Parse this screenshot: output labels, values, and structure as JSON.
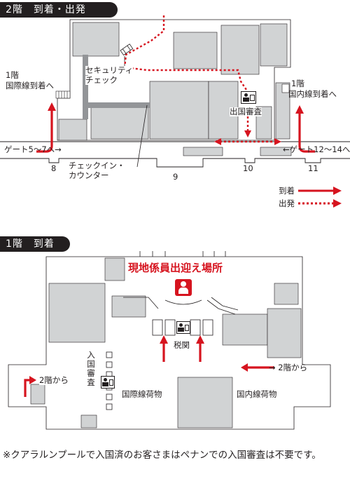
{
  "floor2": {
    "header": "2階　到着・出発",
    "security_label": [
      "セキュリティ",
      "チェック"
    ],
    "left_stairs_label": [
      "1階",
      "国際線到着へ"
    ],
    "right_stairs_label": [
      "1階",
      "国内線到着へ"
    ],
    "immigration_label": "出国審査",
    "gate_left_label": "ゲート5～7へ→",
    "gate_right_label": "←ゲート12～14へ",
    "checkin_label": [
      "チェックイン・",
      "カウンター"
    ],
    "gate_numbers": [
      "8",
      "9",
      "10",
      "11"
    ]
  },
  "legend": {
    "arrival": "到着",
    "departure": "出発"
  },
  "floor1": {
    "header": "1階　到着",
    "meeting_label": "現地係員出迎え場所",
    "customs_label": "税関",
    "immigration_label": "入国審査",
    "from2f_left": "2階から",
    "from2f_right": "→ 2階から",
    "intl_baggage": "国際線荷物",
    "dom_baggage": "国内線荷物"
  },
  "note": "※クアラルンプールで入国済のお客さまはペナンでの入国審査は不要です。",
  "colors": {
    "arrival_red": "#d6141f",
    "building_gray": "#d1d3d4",
    "dark_gray": "#939598",
    "line": "#231f20"
  }
}
